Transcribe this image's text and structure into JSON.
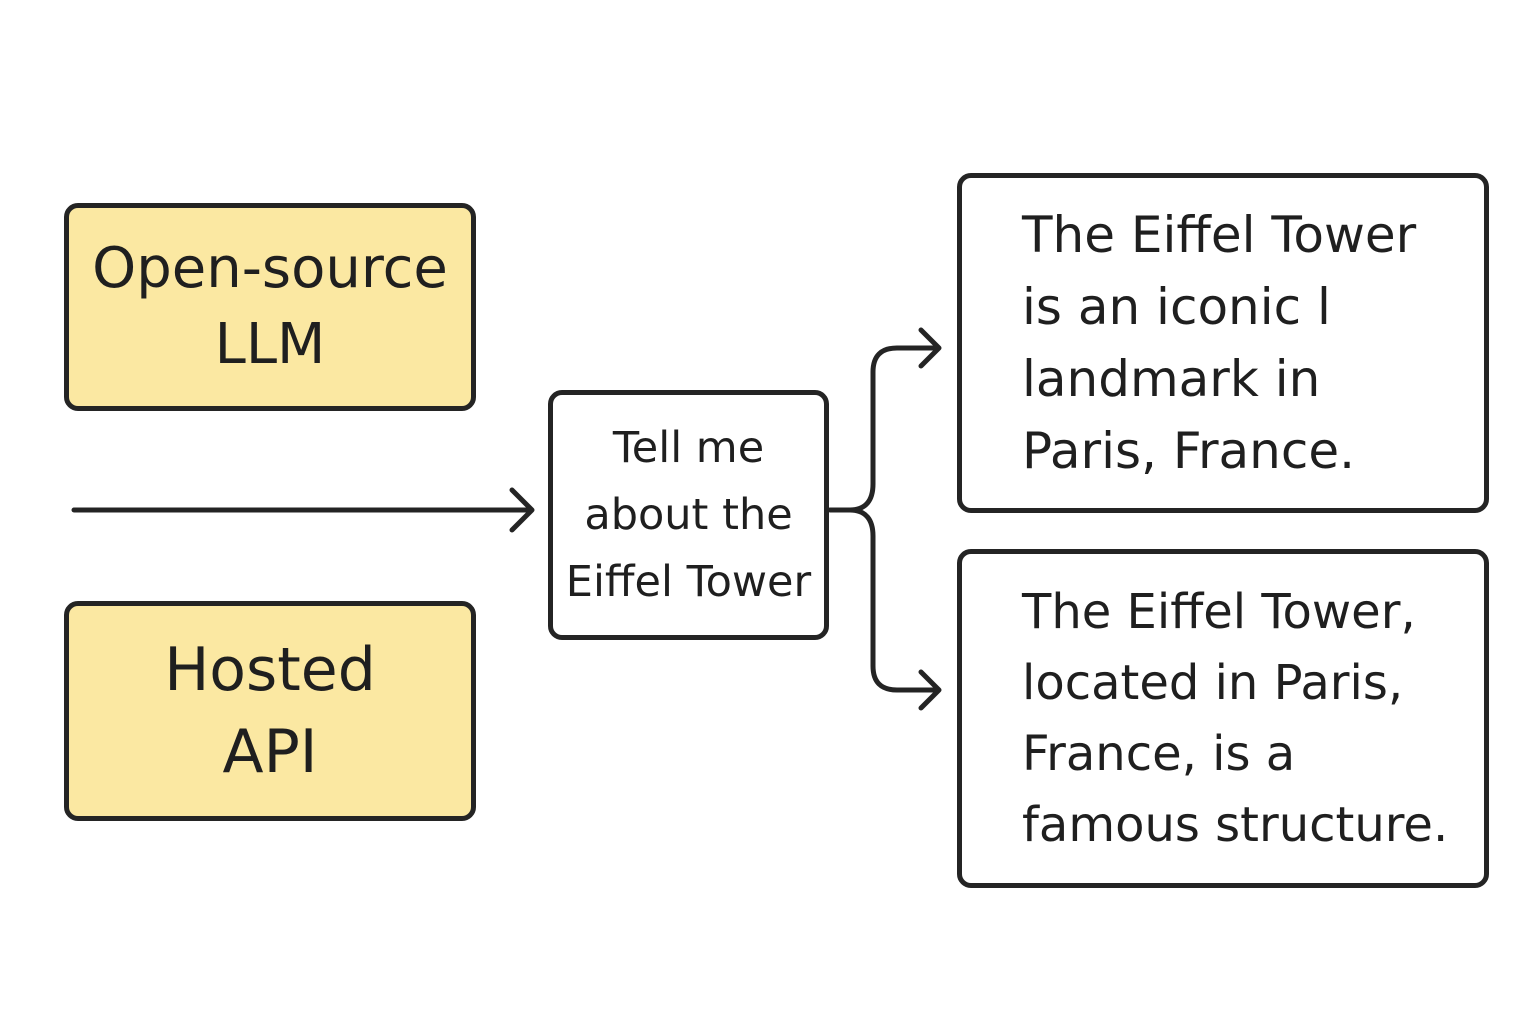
{
  "nodes": {
    "open_source_llm": {
      "lines": [
        "Open-source",
        "LLM"
      ]
    },
    "hosted_api": {
      "lines": [
        "Hosted",
        "API"
      ]
    },
    "prompt": {
      "lines": [
        "Tell me",
        "about the",
        "Eiffel Tower"
      ]
    },
    "response_1": {
      "lines": [
        "The Eiffel Tower",
        "is an iconic l",
        "landmark in",
        "Paris, France."
      ]
    },
    "response_2": {
      "lines": [
        "The Eiffel Tower,",
        "located in Paris,",
        "France, is a",
        "famous structure."
      ]
    }
  },
  "edges": [
    {
      "from": "input",
      "to": "prompt"
    },
    {
      "from": "prompt",
      "to": "response_1"
    },
    {
      "from": "prompt",
      "to": "response_2"
    }
  ],
  "colors": {
    "highlight_fill": "#fbe8a2",
    "stroke": "#242424",
    "background": "#ffffff"
  }
}
